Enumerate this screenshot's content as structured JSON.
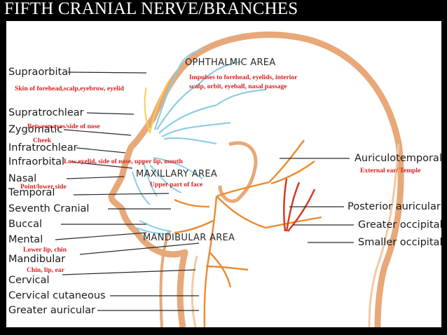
{
  "title": "FIFTH CRANIAL NERVE/BRANCHES",
  "areas": {
    "ophthalmic": "OPHTHALMIC AREA",
    "maxillary": "MAXILLARY AREA",
    "mandibular": "MANDIBULAR AREA"
  },
  "left_labels": {
    "supraorbital": "Supraorbital",
    "supratrochlear": "Supratrochlear",
    "zygomatic": "Zygomatic",
    "infratrochlear": "Infratrochlear",
    "infraorbital": "Infraorbital",
    "nasal": "Nasal",
    "temporal": "Temporal",
    "seventh_cranial": "Seventh Cranial",
    "buccal": "Buccal",
    "mental": "Mental",
    "mandibular": "Mandibular",
    "cervical": "Cervical",
    "cervical_cutaneous": "Cervical cutaneous",
    "greater_auricular": "Greater auricular"
  },
  "right_labels": {
    "auriculotemporal": "Auriculotemporal",
    "posterior_auricular": "Posterior auricular",
    "greater_occipital": "Greater occipital",
    "smaller_occipital": "Smaller occipital"
  },
  "notes": {
    "supraorbital": "Skin of forehead,scalp,eyebrow, eyelid",
    "ophthalmic_line1": "Impulses to forehead, eyelids, interior",
    "ophthalmic_line2": "scalp, orbit, eyeball, nasal passage",
    "supratrochlear": "Between eyes/side of nose",
    "zygomatic": "Cheek",
    "infraorbital": "Low eyelid, side of nose, upper lip, mouth",
    "auriculotemporal": "External ear/ Temple",
    "maxillary": "Upper part of face",
    "nasal": "Point/lower side",
    "mental": "Lower lip, chin",
    "mandibular": "Chin, lip, ear"
  },
  "colors": {
    "background": "#000000",
    "title": "#ffffff",
    "note_text": "#d62020",
    "head_outline": "#e8a878",
    "nerve_blue": "#8ccde6",
    "nerve_yellow": "#f4d04a",
    "nerve_orange": "#ec8a2e",
    "nerve_red": "#d63a22"
  }
}
